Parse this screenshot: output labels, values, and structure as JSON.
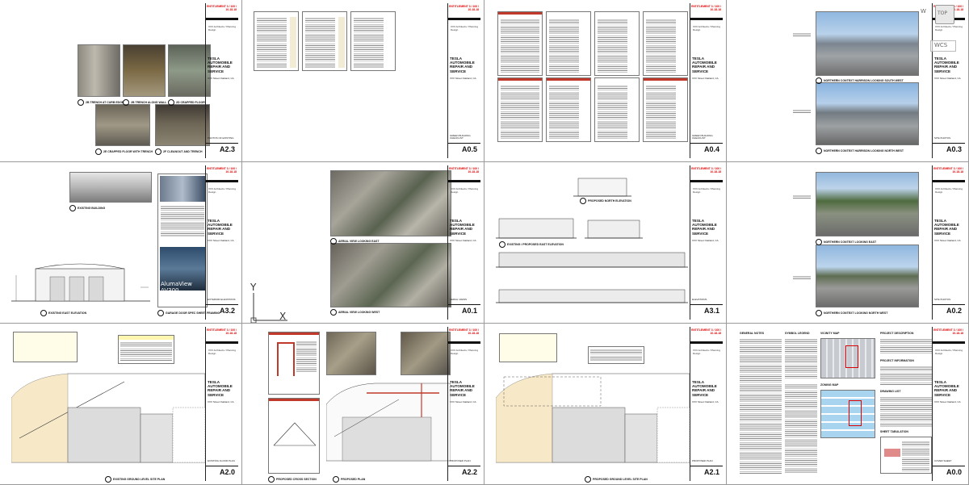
{
  "project": {
    "stamp": "ENTITLEMENT 3 / 100 / 10-18-18",
    "firm": "XXX Architects / Planning Design",
    "title": "TESLA AUTOMOBILE REPAIR AND SERVICE",
    "address": "XXX Street Oakland, CA"
  },
  "sheets": [
    {
      "id": "A2.3",
      "desc": "PHOTOS OF EXISTING"
    },
    {
      "id": "A0.5",
      "desc": "GREEN BUILDING CHECKLIST"
    },
    {
      "id": "A0.4",
      "desc": "GREEN BUILDING CHECKLIST"
    },
    {
      "id": "A0.3",
      "desc": "SITE PHOTOS"
    },
    {
      "id": "A3.2",
      "desc": "EXTERIOR ELEVATIONS"
    },
    {
      "id": "A0.1",
      "desc": "AERIAL VIEWS"
    },
    {
      "id": "A3.1",
      "desc": "ELEVATIONS"
    },
    {
      "id": "A0.2",
      "desc": "SITE PHOTOS"
    },
    {
      "id": "A2.0",
      "desc": "EXISTING FLOOR PLAN"
    },
    {
      "id": "A2.2",
      "desc": "PROPOSED PLAN"
    },
    {
      "id": "A2.1",
      "desc": "PROPOSED PLAN"
    },
    {
      "id": "A0.0",
      "desc": "COVER SHEET"
    }
  ],
  "captions": {
    "a23": [
      "2B TRENCH AT CURB EDGE",
      "2B TRENCH ALONG WALL",
      "2D CRAPPED FLOOR",
      "2E CRAPPED FLOOR WITH TRENCH",
      "2F CLEANOUT AND TRENCH"
    ],
    "a03": [
      "NORTHERN CONTEXT HARRISON LOOKING SOUTH WEST",
      "NORTHERN CONTEXT HARRISON LOOKING NORTH WEST"
    ],
    "a32": [
      "EXISTING EAST ELEVATION",
      "GARAGE DOOR SPEC SHEET FRAMING"
    ],
    "a01": [
      "AERIAL VIEW LOOKING EAST",
      "AERIAL VIEW LOOKING WEST"
    ],
    "a31": [
      "PROPOSED NORTH ELEVATION",
      "EXISTING / PROPOSED EAST ELEVATION"
    ],
    "a02": [
      "NORTHERN CONTEXT LOOKING EAST",
      "NORTHERN CONTEXT LOOKING NORTH WEST"
    ],
    "a20": [
      "EXISTING GROUND LEVEL SITE PLAN"
    ],
    "a22": [
      "PROPOSED PLAN",
      "PROPOSED CROSS SECTION"
    ],
    "a21": [
      "PROPOSED GROUND LEVEL SITE PLAN"
    ],
    "a00": [
      "GENERAL NOTES",
      "SYMBOL LEGEND",
      "VICINITY MAP",
      "PROJECT DESCRIPTION",
      "PROJECT INFORMATION",
      "ZONING MAP",
      "DRAWING LIST",
      "SHEET TABULATION"
    ]
  },
  "overlay": {
    "compass_top": "TOP",
    "compass_wcs": "WCS",
    "ucs_y": "Y",
    "ucs_x": "X",
    "alum_brand": "AlumaView AV300"
  }
}
